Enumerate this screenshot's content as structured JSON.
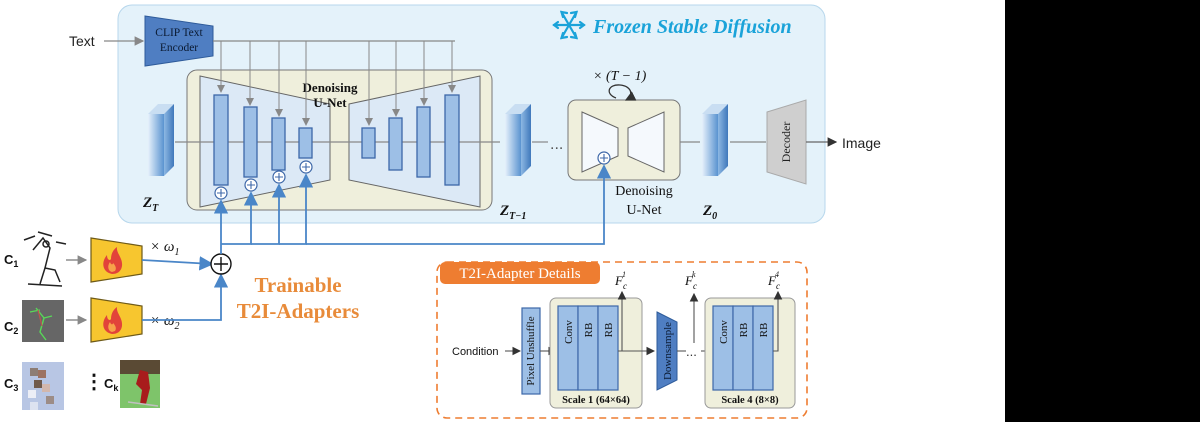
{
  "frozen_title": "Frozen Stable Diffusion",
  "text_input": "Text",
  "clip_encoder": [
    "CLIP Text",
    "Encoder"
  ],
  "unet_main_label": [
    "Denoising",
    "U-Net"
  ],
  "unet_small_label": [
    "Denoising",
    "U-Net"
  ],
  "repeat_label": "× (T − 1)",
  "latents": {
    "zT": "Z",
    "zT_sub": "T",
    "zT1": "Z",
    "zT1_sub": "T−1",
    "z0": "Z",
    "z0_sub": "0"
  },
  "decoder_label": "Decoder",
  "output_label": "Image",
  "ellipsis": "...",
  "conditions": {
    "c1": "C",
    "c1_sub": "1",
    "c2": "C",
    "c2_sub": "2",
    "c3": "C",
    "c3_sub": "3",
    "ck": "C",
    "ck_sub": "k",
    "dots": "⋮"
  },
  "weights": {
    "w1": "× ω",
    "w1_sub": "1",
    "w2": "× ω",
    "w2_sub": "2"
  },
  "trainable_label": [
    "Trainable",
    "T2I-Adapters"
  ],
  "details": {
    "title": "T2I-Adapter Details",
    "condition": "Condition",
    "pixel_unshuffle": "Pixel Unshuffle",
    "conv": "Conv",
    "rb": "RB",
    "downsample": "Downsample",
    "scale1": "Scale 1 (64×64)",
    "scale4": "Scale 4 (8×8)",
    "f1": "F",
    "f1_sub": "c",
    "f1_sup": "1",
    "fk": "F",
    "fk_sub": "c",
    "fk_sup": "k",
    "f4": "F",
    "f4_sub": "c",
    "f4_sup": "4",
    "dots": "..."
  },
  "colors": {
    "frozen_bg": "#e4f2fa",
    "frozen_title": "#1aa3d9",
    "unet_bg": "#efefdc",
    "block_fill": "#9dbfe6",
    "block_stroke": "#3d67a8",
    "arrow_blue": "#4a86c8",
    "adapter_fill": "#f7c62f",
    "trainable": "#e88b3a",
    "details_border": "#ee7d31",
    "details_title_bg": "#ee7d31"
  },
  "icons": [
    "snowflake-icon",
    "fire-icon",
    "fire-icon"
  ]
}
